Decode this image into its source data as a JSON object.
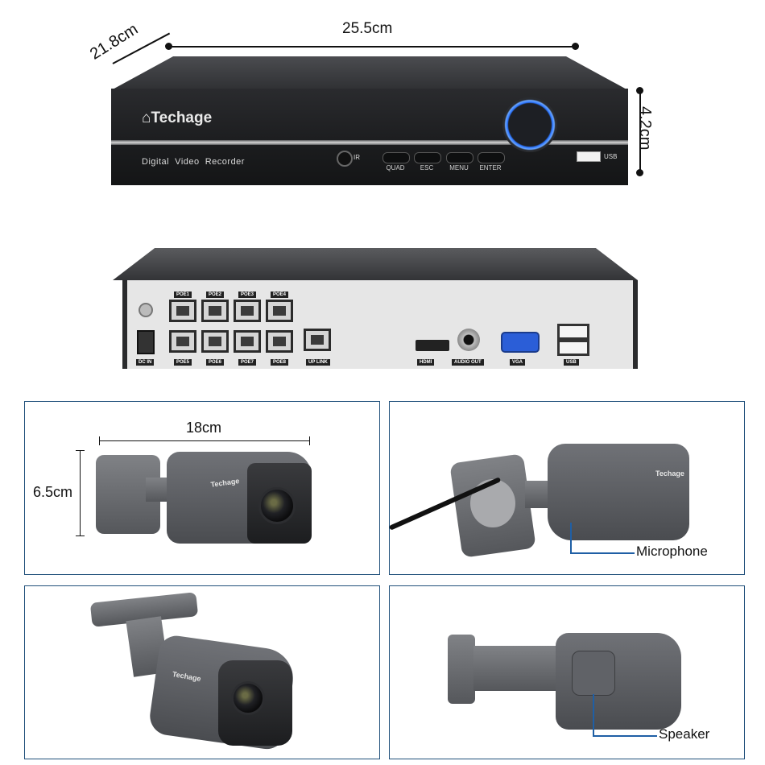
{
  "nvr_front": {
    "brand": "Techage",
    "subtitle": "Digital  Video  Recorder",
    "ir_label": "IR",
    "buttons": [
      "QUAD",
      "ESC",
      "MENU",
      "ENTER"
    ],
    "usb_label": "USB"
  },
  "nvr_dimensions": {
    "width": "25.5cm",
    "depth": "21.8cm",
    "height": "4.2cm"
  },
  "nvr_back": {
    "poe_top": [
      "POE1",
      "POE2",
      "POE3",
      "POE4"
    ],
    "poe_bottom": [
      "POE5",
      "POE6",
      "POE7",
      "POE8"
    ],
    "dc_in": "DC IN",
    "uplink": "UP LINK",
    "hdmi": "HDMI",
    "audio_out": "AUDIO OUT",
    "vga": "VGA",
    "usb": "USB"
  },
  "camera_dimensions": {
    "length": "18cm",
    "height": "6.5cm"
  },
  "camera_brand": "Techage",
  "callouts": {
    "microphone": "Microphone",
    "speaker": "Speaker"
  },
  "colors": {
    "panel_border": "#1f4f7a",
    "callout_line": "#1f5fa5",
    "power_ring": "#2b74ff",
    "vga_port": "#2b5ed7"
  }
}
